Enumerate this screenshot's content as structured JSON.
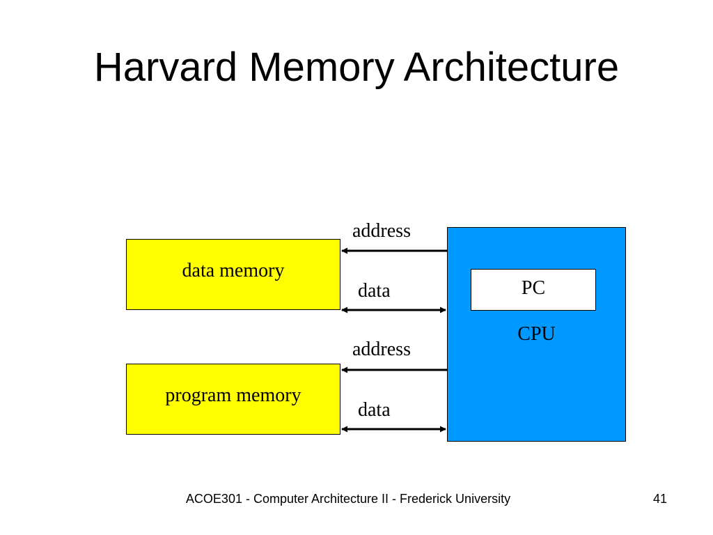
{
  "slide": {
    "title": "Harvard Memory Architecture"
  },
  "diagram": {
    "data_memory_label": "data memory",
    "program_memory_label": "program memory",
    "cpu_label": "CPU",
    "pc_label": "PC",
    "buses": {
      "data_memory_address": "address",
      "data_memory_data": "data",
      "program_memory_address": "address",
      "program_memory_data": "data"
    },
    "colors": {
      "memory_fill": "#ffff00",
      "cpu_fill": "#0099ff",
      "pc_fill": "#ffffff",
      "line": "#000000"
    }
  },
  "footer": {
    "text": "ACOE301 - Computer Architecture II - Frederick University",
    "page_number": "41"
  }
}
